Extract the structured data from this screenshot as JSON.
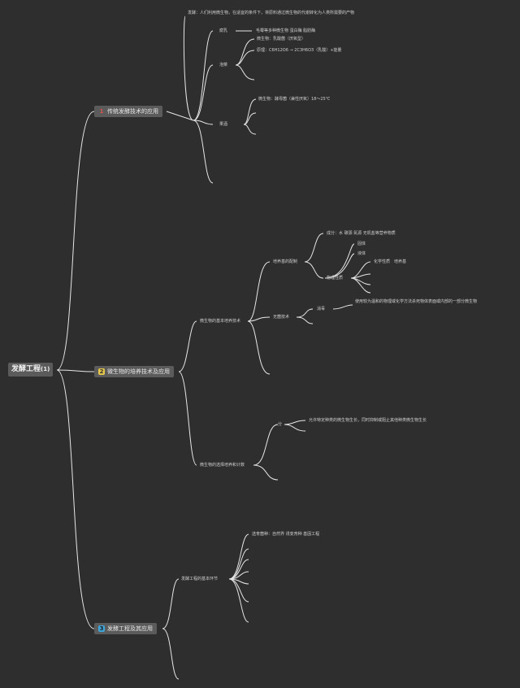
{
  "root": {
    "title": "发酵工程",
    "suffix": "(1)"
  },
  "branches": [
    {
      "num": "1",
      "label": "传统发酵技术的应用",
      "badge_color": "#d9534f"
    },
    {
      "num": "2",
      "label": "微生物的培养技术及应用",
      "badge_color": "#e6c84a"
    },
    {
      "num": "3",
      "label": "发酵工程及其应用",
      "badge_color": "#3ea6d9"
    }
  ],
  "b1": {
    "definition": "发酵：人们利用微生物，在适宜的条件下，将原料通过微生物的代谢转化为人类所需要的产物",
    "sub1": "腐乳",
    "sub1_detail": "毛霉等多种微生物 蛋白酶 脂肪酶",
    "sub2": "泡菜",
    "sub2_a": "微生物：乳酸菌（厌氧型）",
    "sub2_b": "原理：C6H12O6 → 2C3H6O3（乳酸）+能量",
    "sub3": "果酒",
    "sub3_a": "微生物：酵母菌（兼性厌氧）18～25℃"
  },
  "b2": {
    "s1": "微生物的基本培养技术",
    "s1a": "培养基的配制",
    "s1a1": "成分：水 碳源 氮源 无机盐等营养物质",
    "s1a2": "固体",
    "s1a3": "液体",
    "s1a4": "物理性质",
    "s1a5": "化学性质　培养基",
    "s1b": "无菌技术",
    "s1b1": "消毒",
    "s1b2": "使用较为温和的物理或化学方法杀死物体表面或内部的一部分微生物",
    "s2": "微生物的选择培养和计数",
    "s2a": "分",
    "s2a1": "允许特定种类的微生物生长，同时抑制或阻止其他种类微生物生长"
  },
  "b3": {
    "s1": "发酵工程的基本环节",
    "s1a": "选育菌种：自然界 诱变育种 基因工程"
  }
}
